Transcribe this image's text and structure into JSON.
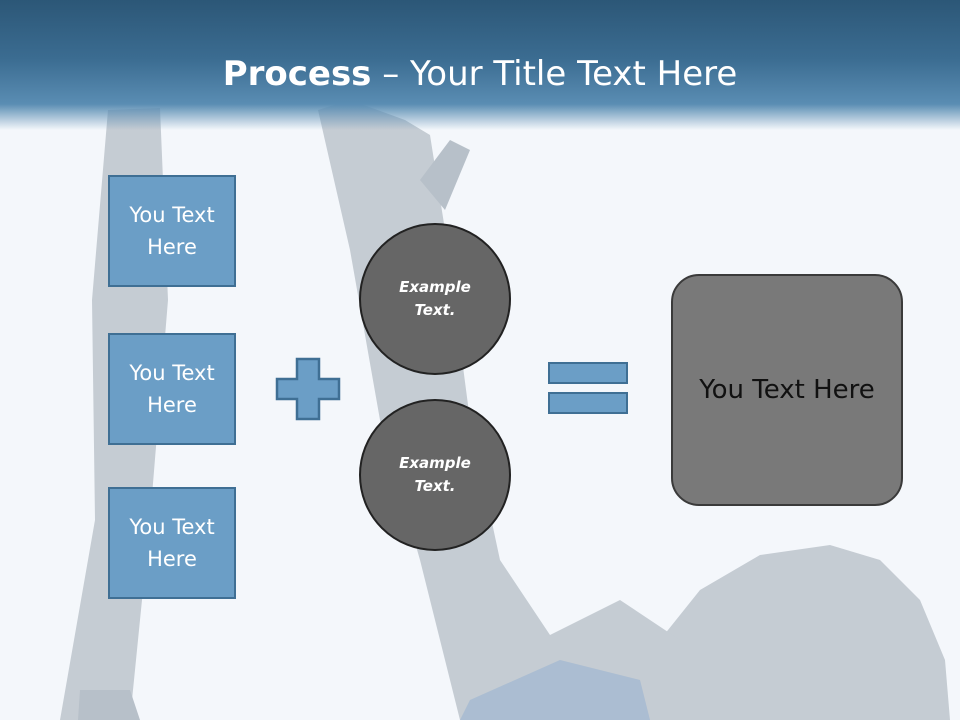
{
  "title": {
    "bold": "Process",
    "rest": " – Your Title Text Here"
  },
  "left_boxes": [
    {
      "label": "You Text Here"
    },
    {
      "label": "You Text Here"
    },
    {
      "label": "You Text Here"
    }
  ],
  "operators": {
    "plus_icon": "plus-icon",
    "equals_icon": "equals-icon"
  },
  "circles": [
    {
      "label": "Example Text."
    },
    {
      "label": "Example Text."
    }
  ],
  "result_box": {
    "label": "You Text Here"
  },
  "colors": {
    "header": "#3b6c91",
    "box_fill": "#6b9ec6",
    "box_border": "#3f6f94",
    "circle_fill": "#666666",
    "result_fill": "#797979"
  }
}
